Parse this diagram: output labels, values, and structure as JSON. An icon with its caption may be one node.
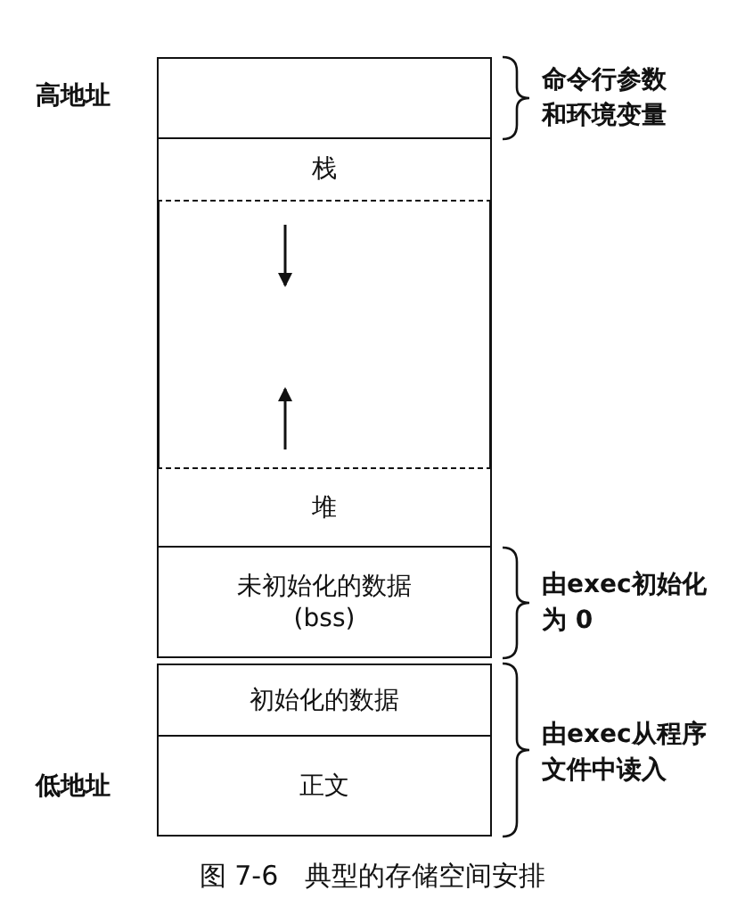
{
  "diagram": {
    "caption": "图 7-6　典型的存储空间安排",
    "nodes": [
      {
        "text": [],
        "shape": "box",
        "beside": [
          "命令行参数和环境变量"
        ]
      },
      {
        "text": [
          "栈"
        ]
      },
      {
        "text": [
          "堆"
        ]
      },
      {
        "text": [
          "未初始化的数据",
          "(bss)"
        ],
        "beside": [
          "由exec初始化为 0"
        ]
      },
      {
        "text": [
          "初始化的数据"
        ]
      },
      {
        "text": [
          "正文"
        ]
      }
    ],
    "edges": [],
    "labels": [
      "高地址",
      "低地址",
      "由exec从程序文件中读入"
    ]
  }
}
